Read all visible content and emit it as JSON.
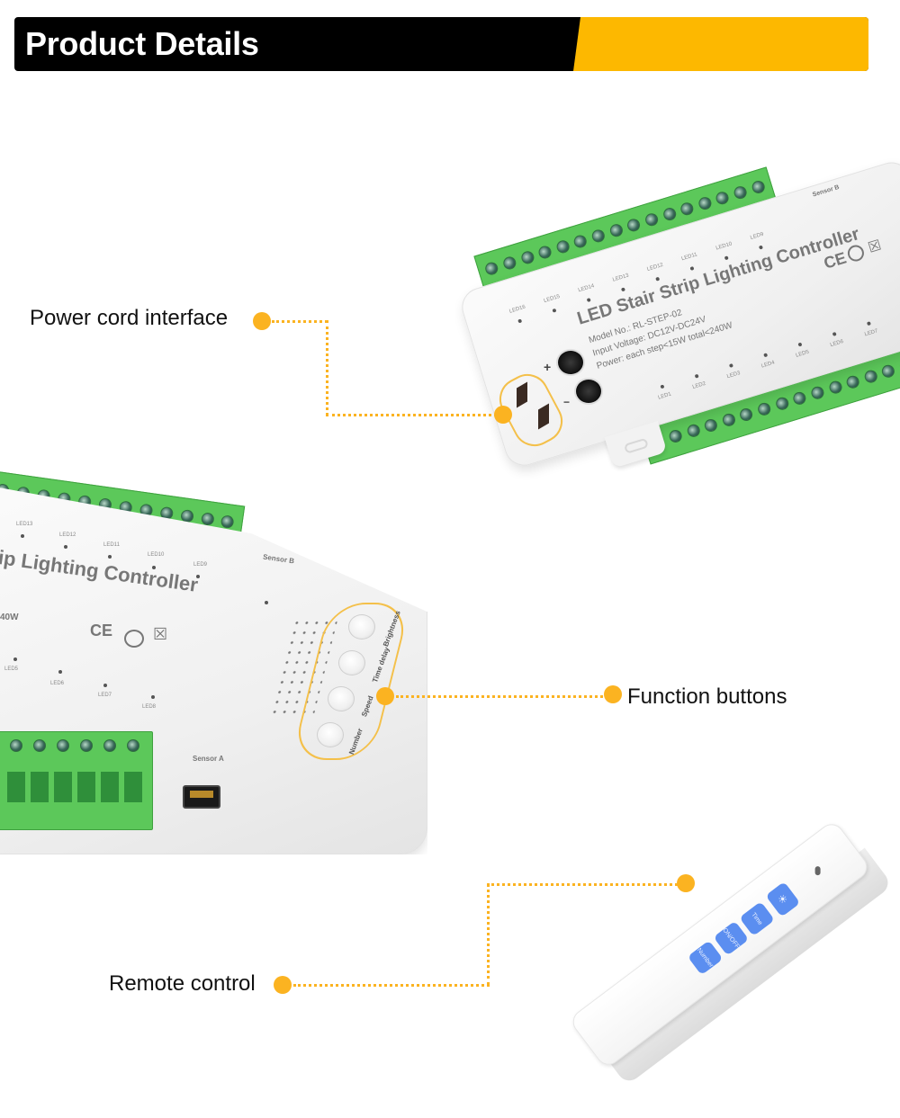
{
  "header": {
    "title": "Product Details",
    "colors": {
      "bar": "#000000",
      "accent": "#fdb800"
    }
  },
  "callouts": {
    "power": {
      "label": "Power cord interface"
    },
    "function": {
      "label": "Function buttons"
    },
    "remote": {
      "label": "Remote control"
    },
    "color": "#fbb321"
  },
  "controller_top": {
    "title": "LED Stair Strip Lighting Controller",
    "model": "Model No.: RL-STEP-02",
    "voltage": "Input Voltage: DC12V-DC24V",
    "power": "Power: each step<15W   total<240W",
    "sensor": "Sensor B",
    "plus": "+",
    "minus": "−",
    "certs": "CE",
    "led_labels_top": [
      "LED16",
      "LED15",
      "LED14",
      "LED13",
      "LED12",
      "LED11",
      "LED10",
      "LED9"
    ],
    "led_labels_bottom": [
      "LED1",
      "LED2",
      "LED3",
      "LED4",
      "LED5",
      "LED6",
      "LED7"
    ]
  },
  "controller_bottom": {
    "title": "ip Lighting Controller",
    "power_fragment": "40W",
    "sensor_b": "Sensor B",
    "sensor_a": "Sensor A",
    "certs": "CE",
    "led_labels_top": [
      "LED13",
      "LED12",
      "LED11",
      "LED10",
      "LED9"
    ],
    "led_labels_bottom": [
      "LED5",
      "LED6",
      "LED7",
      "LED8"
    ],
    "buttons": [
      "Brightness",
      "Time delay",
      "Speed",
      "Number"
    ]
  },
  "remote": {
    "buttons": [
      "Number",
      "ON/OFF",
      "Time",
      "☀"
    ],
    "button_color": "#5b8ef0"
  }
}
